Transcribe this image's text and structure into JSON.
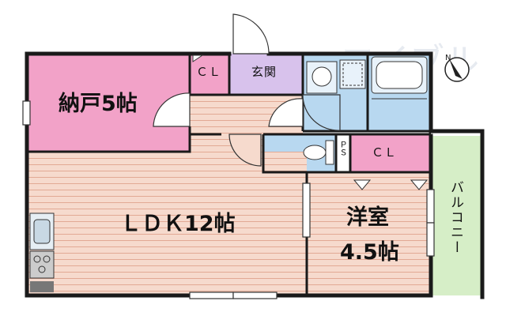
{
  "floorplan": {
    "rooms": {
      "storage": {
        "label": "納戸5帖",
        "color": "#f2a2c8"
      },
      "closet_storage": {
        "label": "ＣＬ",
        "color": "#f2a2c8"
      },
      "entrance": {
        "label": "玄関",
        "color": "#d8c2ec"
      },
      "ldk": {
        "label": "ＬＤＫ12帖",
        "color": "#f3d2c4"
      },
      "western": {
        "label1": "洋室",
        "label2": "4.5帖",
        "color": "#f3d2c4"
      },
      "closet_western": {
        "label": "ＣＬ",
        "color": "#f2a2c8"
      },
      "ps": {
        "label": "ＰＳ"
      },
      "balcony": {
        "label": "バルコニー",
        "color": "#d6eec7"
      },
      "wet_area": {
        "color": "#b8d8f0"
      }
    },
    "watermark": "エイブル",
    "icons": [
      "compass-icon",
      "door-swing-icon",
      "kitchen-sink-icon",
      "stove-icon",
      "washbasin-icon",
      "washing-machine-pan-icon",
      "bathtub-icon",
      "toilet-icon"
    ]
  }
}
